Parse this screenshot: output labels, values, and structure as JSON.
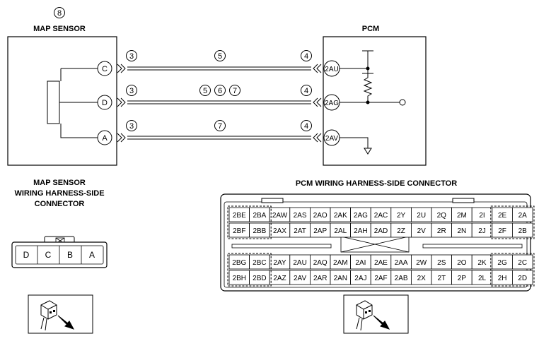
{
  "circuit": {
    "map_sensor_number": "8",
    "map_sensor_title": "MAP SENSOR",
    "pcm_title": "PCM",
    "sensor_pins": [
      "C",
      "D",
      "A"
    ],
    "pcm_pins": [
      "2AU",
      "2AG",
      "2AV"
    ],
    "left_markers": [
      "3",
      "3",
      "3"
    ],
    "right_markers": [
      "4",
      "4",
      "4"
    ],
    "wire_markers_top": [
      "5"
    ],
    "wire_markers_mid": [
      "5",
      "6",
      "7"
    ],
    "wire_markers_bot": [
      "7"
    ]
  },
  "map_connector": {
    "title_lines": [
      "MAP SENSOR",
      "WIRING HARNESS-SIDE",
      "CONNECTOR"
    ],
    "pins": [
      "D",
      "C",
      "B",
      "A"
    ]
  },
  "pcm_connector": {
    "title": "PCM WIRING HARNESS-SIDE CONNECTOR",
    "upper_rows": [
      [
        "2BE",
        "2BA",
        "2AW",
        "2AS",
        "2AO",
        "2AK",
        "2AG",
        "2AC",
        "2Y",
        "2U",
        "2Q",
        "2M",
        "2I",
        "2E",
        "2A"
      ],
      [
        "2BF",
        "2BB",
        "2AX",
        "2AT",
        "2AP",
        "2AL",
        "2AH",
        "2AD",
        "2Z",
        "2V",
        "2R",
        "2N",
        "2J",
        "2F",
        "2B"
      ]
    ],
    "lower_rows": [
      [
        "2BG",
        "2BC",
        "2AY",
        "2AU",
        "2AQ",
        "2AM",
        "2AI",
        "2AE",
        "2AA",
        "2W",
        "2S",
        "2O",
        "2K",
        "2G",
        "2C"
      ],
      [
        "2BH",
        "2BD",
        "2AZ",
        "2AV",
        "2AR",
        "2AN",
        "2AJ",
        "2AF",
        "2AB",
        "2X",
        "2T",
        "2P",
        "2L",
        "2H",
        "2D"
      ]
    ]
  }
}
